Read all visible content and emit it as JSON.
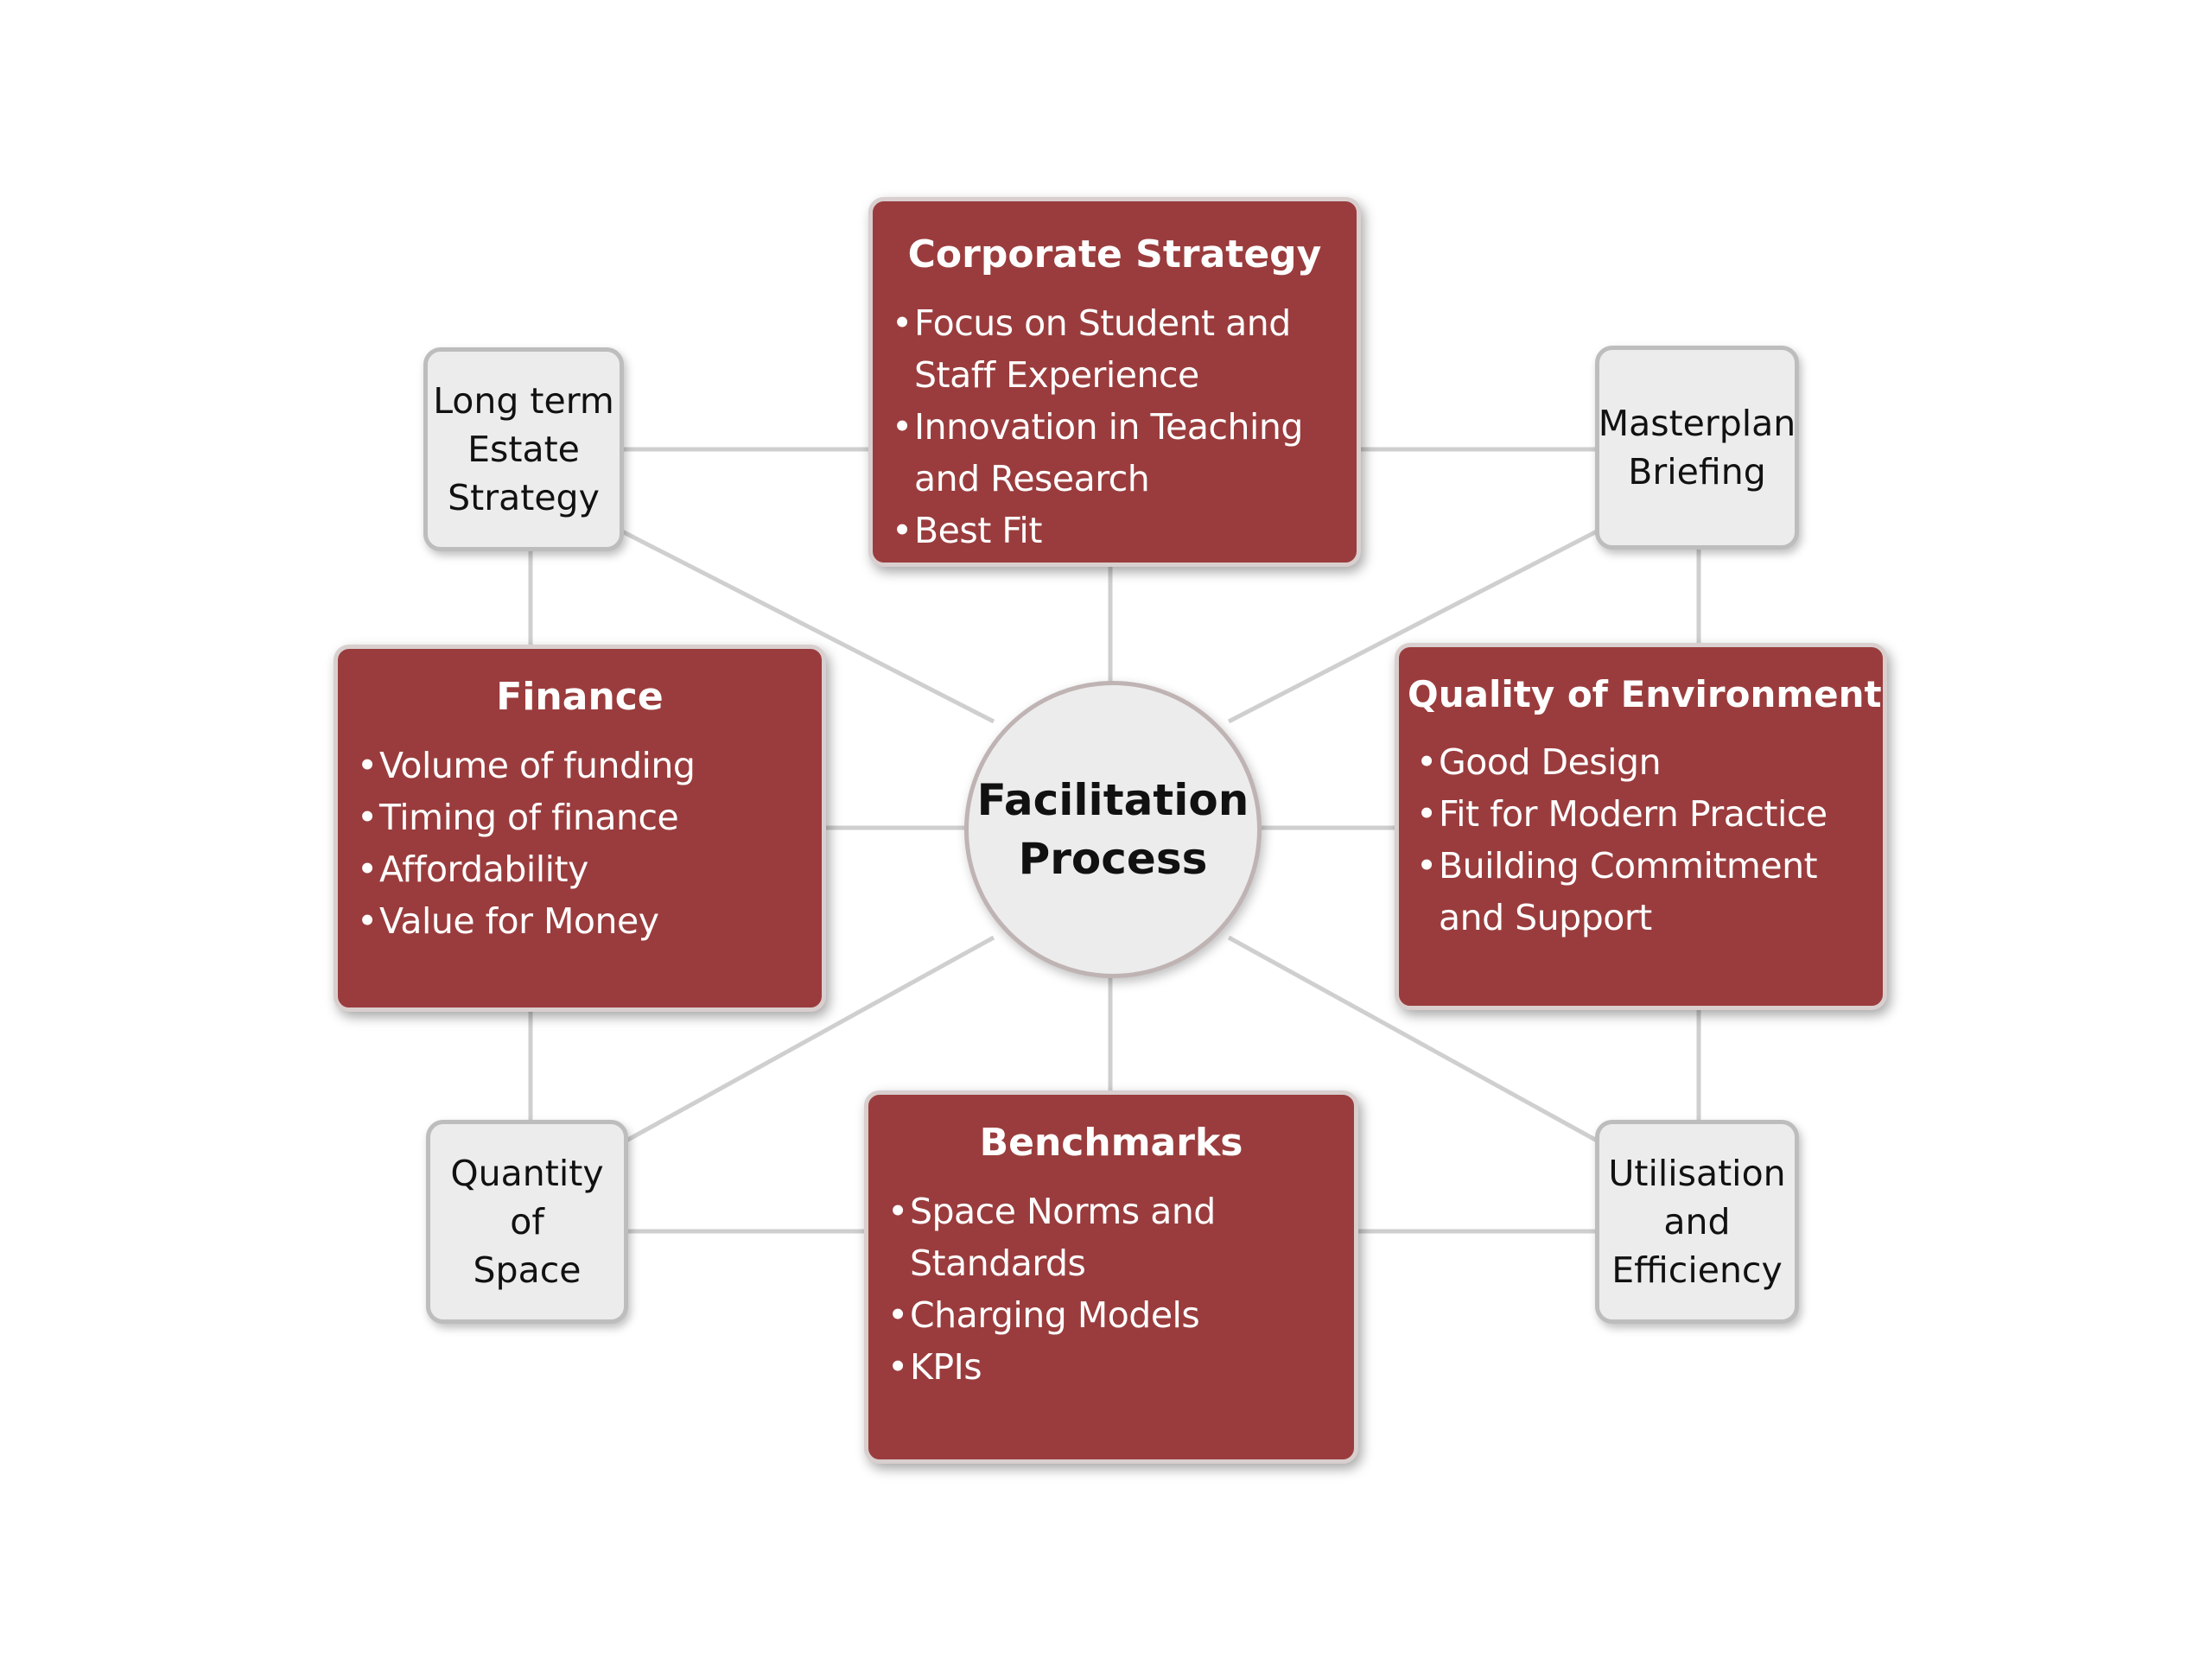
{
  "center": {
    "line1": "Facilitation",
    "line2": "Process"
  },
  "red_boxes": {
    "corporate_strategy": {
      "title": "Corporate Strategy",
      "items": [
        "Focus on Student and Staff Experience",
        "Innovation in Teaching and Research",
        "Best Fit"
      ]
    },
    "finance": {
      "title": "Finance",
      "items": [
        "Volume of funding",
        "Timing of finance",
        "Affordability",
        "Value for Money"
      ]
    },
    "quality_of_environment": {
      "title": "Quality of Environment",
      "items": [
        "Good Design",
        "Fit for Modern Practice",
        "Building Commitment and Support"
      ]
    },
    "benchmarks": {
      "title": "Benchmarks",
      "items": [
        "Space Norms and Standards",
        "Charging Models",
        "KPIs"
      ]
    }
  },
  "grey_boxes": {
    "long_term_estate_strategy": [
      "Long term",
      "Estate",
      "Strategy"
    ],
    "masterplan_briefing": [
      "Masterplan",
      "Briefing"
    ],
    "quantity_of_space": [
      "Quantity",
      "of",
      "Space"
    ],
    "utilisation_and_efficiency": [
      "Utilisation",
      "and",
      "Efficiency"
    ]
  },
  "colors": {
    "red_box": "#9a3c3d",
    "grey_box": "#ececec",
    "connector": "#cfcfcf"
  }
}
